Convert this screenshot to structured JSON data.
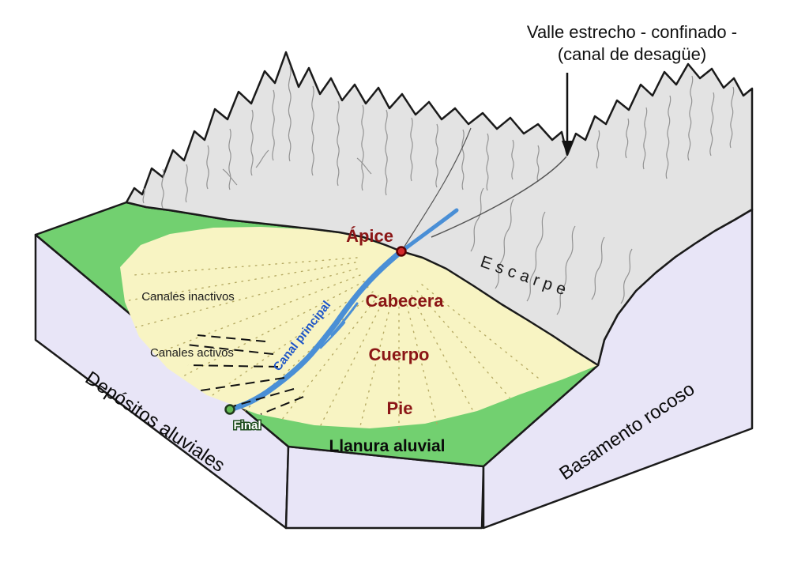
{
  "colors": {
    "background": "#ffffff",
    "mountain_gray": "#e3e3e3",
    "plain_green": "#72d070",
    "fan_yellow": "#f8f4c3",
    "bedrock_lavender": "#e8e5f7",
    "channel_blue": "#4a8fd6",
    "fan_zone_label_red": "#8b1616",
    "channel_label_blue": "#1d55c8",
    "drainage_gray": "#8f8f8f",
    "fan_dot_olive": "#b3a75f"
  },
  "callout": {
    "line1": "Valle estrecho - confinado -",
    "line2": "(canal de desagüe)"
  },
  "fan_labels": {
    "apex": "Ápice",
    "head": "Cabecera",
    "body": "Cuerpo",
    "foot": "Pie",
    "end_point": "Final",
    "main_channel": "Canal principal",
    "inactive_channels": "Canales inactivos",
    "active_channels": "Canales activos"
  },
  "terrain_labels": {
    "escarpment": "Escarpe",
    "alluvial_plain": "Llanura aluvial",
    "alluvial_deposits": "Depósitos aluviales",
    "bedrock": "Basamento rocoso"
  }
}
